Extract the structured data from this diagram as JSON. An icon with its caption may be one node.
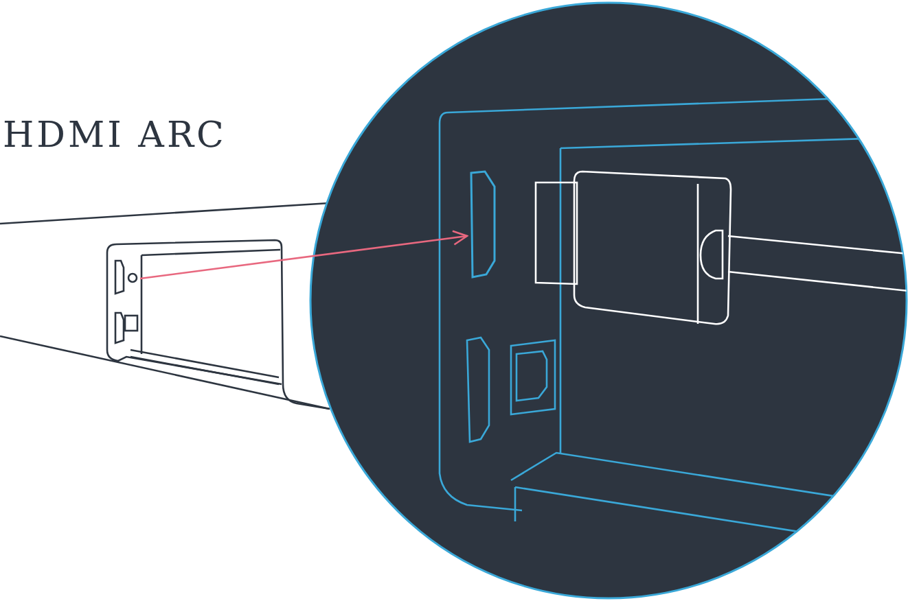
{
  "diagram": {
    "nodes": [
      {
        "text": [],
        "shape": "circle"
      },
      {
        "text": [],
        "shape": "picture"
      }
    ],
    "edges": [
      {
        "from": 0,
        "to": 1,
        "arrow": "to"
      }
    ],
    "labels": [
      "HDMI ARC"
    ]
  }
}
